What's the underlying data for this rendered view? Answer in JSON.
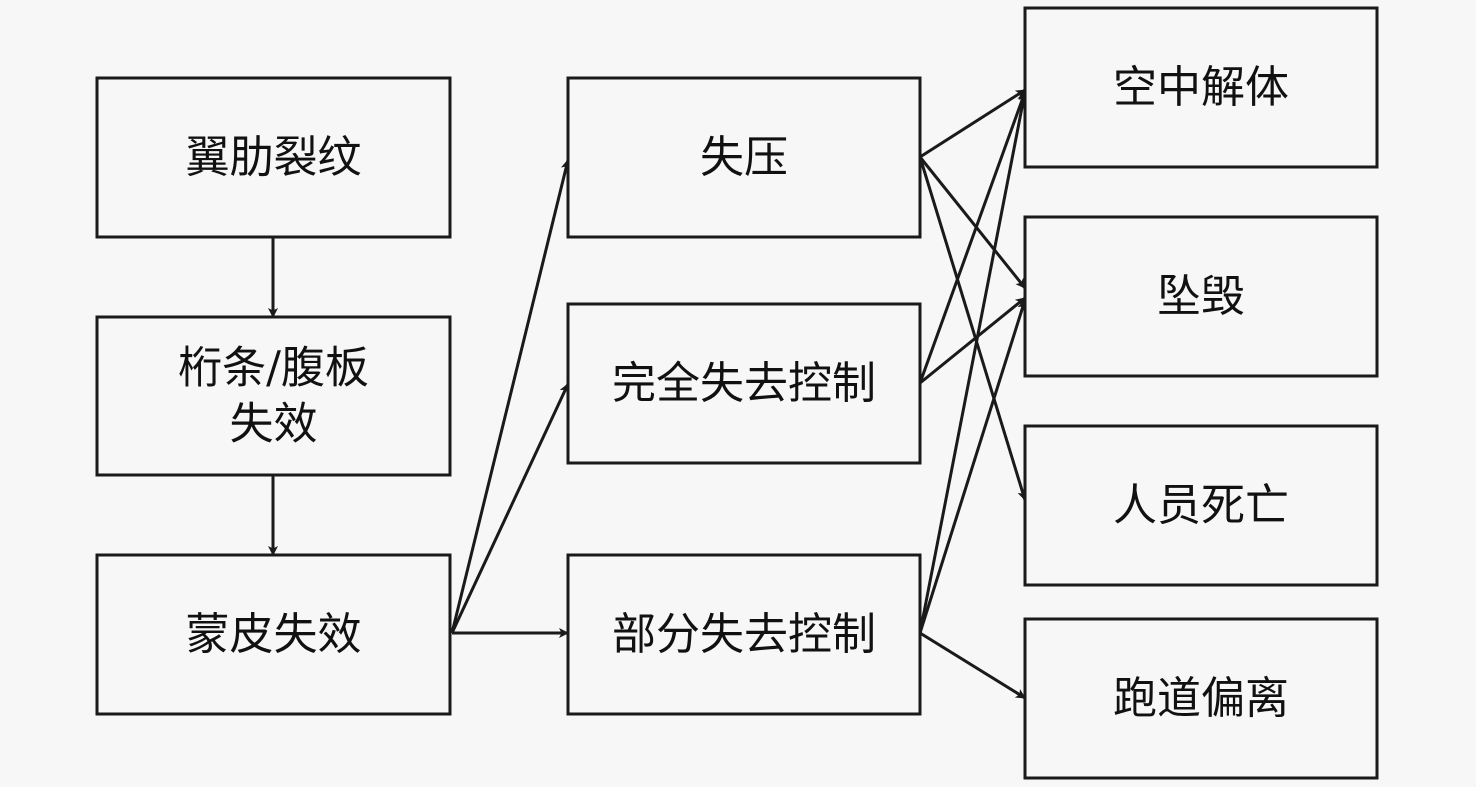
{
  "diagram": {
    "type": "flowchart",
    "nodes": [
      {
        "id": "rib_crack",
        "lines": [
          "翼肋裂纹"
        ]
      },
      {
        "id": "stringer_web_failure",
        "lines": [
          "桁条/腹板",
          "失效"
        ]
      },
      {
        "id": "skin_failure",
        "lines": [
          "蒙皮失效"
        ]
      },
      {
        "id": "decompression",
        "lines": [
          "失压"
        ]
      },
      {
        "id": "total_loss_of_control",
        "lines": [
          "完全失去控制"
        ]
      },
      {
        "id": "partial_loss_of_control",
        "lines": [
          "部分失去控制"
        ]
      },
      {
        "id": "inflight_breakup",
        "lines": [
          "空中解体"
        ]
      },
      {
        "id": "crash",
        "lines": [
          "坠毁"
        ]
      },
      {
        "id": "fatalities",
        "lines": [
          "人员死亡"
        ]
      },
      {
        "id": "runway_excursion",
        "lines": [
          "跑道偏离"
        ]
      }
    ],
    "edges": [
      {
        "from": "rib_crack",
        "to": "stringer_web_failure"
      },
      {
        "from": "stringer_web_failure",
        "to": "skin_failure"
      },
      {
        "from": "skin_failure",
        "to": "decompression"
      },
      {
        "from": "skin_failure",
        "to": "total_loss_of_control"
      },
      {
        "from": "skin_failure",
        "to": "partial_loss_of_control"
      },
      {
        "from": "decompression",
        "to": "inflight_breakup"
      },
      {
        "from": "decompression",
        "to": "crash"
      },
      {
        "from": "decompression",
        "to": "fatalities"
      },
      {
        "from": "total_loss_of_control",
        "to": "inflight_breakup"
      },
      {
        "from": "total_loss_of_control",
        "to": "crash"
      },
      {
        "from": "partial_loss_of_control",
        "to": "inflight_breakup"
      },
      {
        "from": "partial_loss_of_control",
        "to": "crash"
      },
      {
        "from": "partial_loss_of_control",
        "to": "runway_excursion"
      }
    ],
    "colors": {
      "line": "#1a1a1a",
      "background": "#f7f7f7",
      "text": "#111111"
    }
  }
}
